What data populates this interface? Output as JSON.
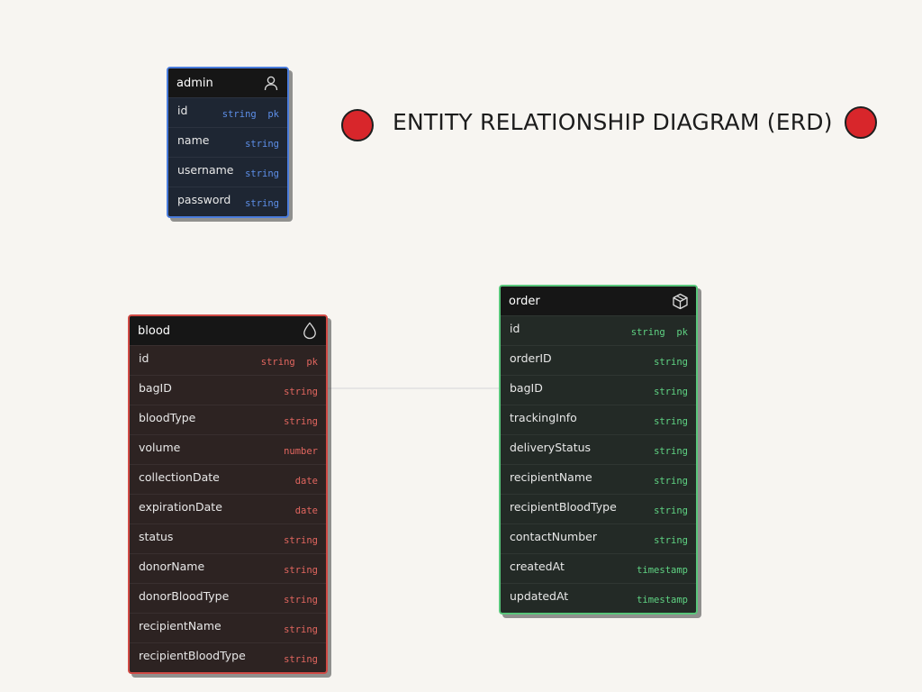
{
  "title": "ENTITY RELATIONSHIP DIAGRAM (ERD)",
  "colors": {
    "admin_accent": "#4a7cdc",
    "blood_accent": "#d04a45",
    "order_accent": "#59c67b",
    "dot": "#d8262b"
  },
  "entities": {
    "admin": {
      "name": "admin",
      "icon": "user-icon",
      "fields": [
        {
          "name": "id",
          "type": "string  pk"
        },
        {
          "name": "name",
          "type": "string"
        },
        {
          "name": "username",
          "type": "string"
        },
        {
          "name": "password",
          "type": "string"
        }
      ]
    },
    "blood": {
      "name": "blood",
      "icon": "droplet-icon",
      "fields": [
        {
          "name": "id",
          "type": "string  pk"
        },
        {
          "name": "bagID",
          "type": "string"
        },
        {
          "name": "bloodType",
          "type": "string"
        },
        {
          "name": "volume",
          "type": "number"
        },
        {
          "name": "collectionDate",
          "type": "date"
        },
        {
          "name": "expirationDate",
          "type": "date"
        },
        {
          "name": "status",
          "type": "string"
        },
        {
          "name": "donorName",
          "type": "string"
        },
        {
          "name": "donorBloodType",
          "type": "string"
        },
        {
          "name": "recipientName",
          "type": "string"
        },
        {
          "name": "recipientBloodType",
          "type": "string"
        }
      ]
    },
    "order": {
      "name": "order",
      "icon": "box-icon",
      "fields": [
        {
          "name": "id",
          "type": "string  pk"
        },
        {
          "name": "orderID",
          "type": "string"
        },
        {
          "name": "bagID",
          "type": "string"
        },
        {
          "name": "trackingInfo",
          "type": "string"
        },
        {
          "name": "deliveryStatus",
          "type": "string"
        },
        {
          "name": "recipientName",
          "type": "string"
        },
        {
          "name": "recipientBloodType",
          "type": "string"
        },
        {
          "name": "contactNumber",
          "type": "string"
        },
        {
          "name": "createdAt",
          "type": "timestamp"
        },
        {
          "name": "updatedAt",
          "type": "timestamp"
        }
      ]
    }
  },
  "relationships": [
    {
      "from": "blood.bagID",
      "to": "order.bagID"
    }
  ]
}
